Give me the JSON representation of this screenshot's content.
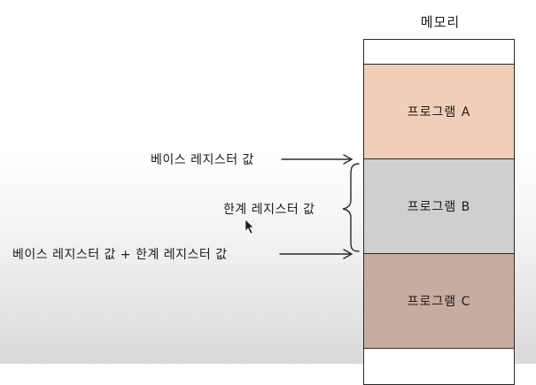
{
  "memory": {
    "title": "메모리",
    "blocks": [
      {
        "label": "",
        "color": "#ffffff"
      },
      {
        "label": "프로그램 A",
        "color": "#f2cdb9"
      },
      {
        "label": "프로그램 B",
        "color": "#cfcfcf"
      },
      {
        "label": "프로그램 C",
        "color": "#c7ad9f"
      }
    ]
  },
  "annotations": {
    "base_register": "베이스 레지스터 값",
    "limit_register": "한계 레지스터 값",
    "base_plus_limit": "베이스 레지스터 값 + 한계 레지스터 값"
  },
  "colors": {
    "program_a": "#f2cdb9",
    "program_b": "#cfcfcf",
    "program_c": "#c7ad9f",
    "line": "#2a2a2a"
  }
}
